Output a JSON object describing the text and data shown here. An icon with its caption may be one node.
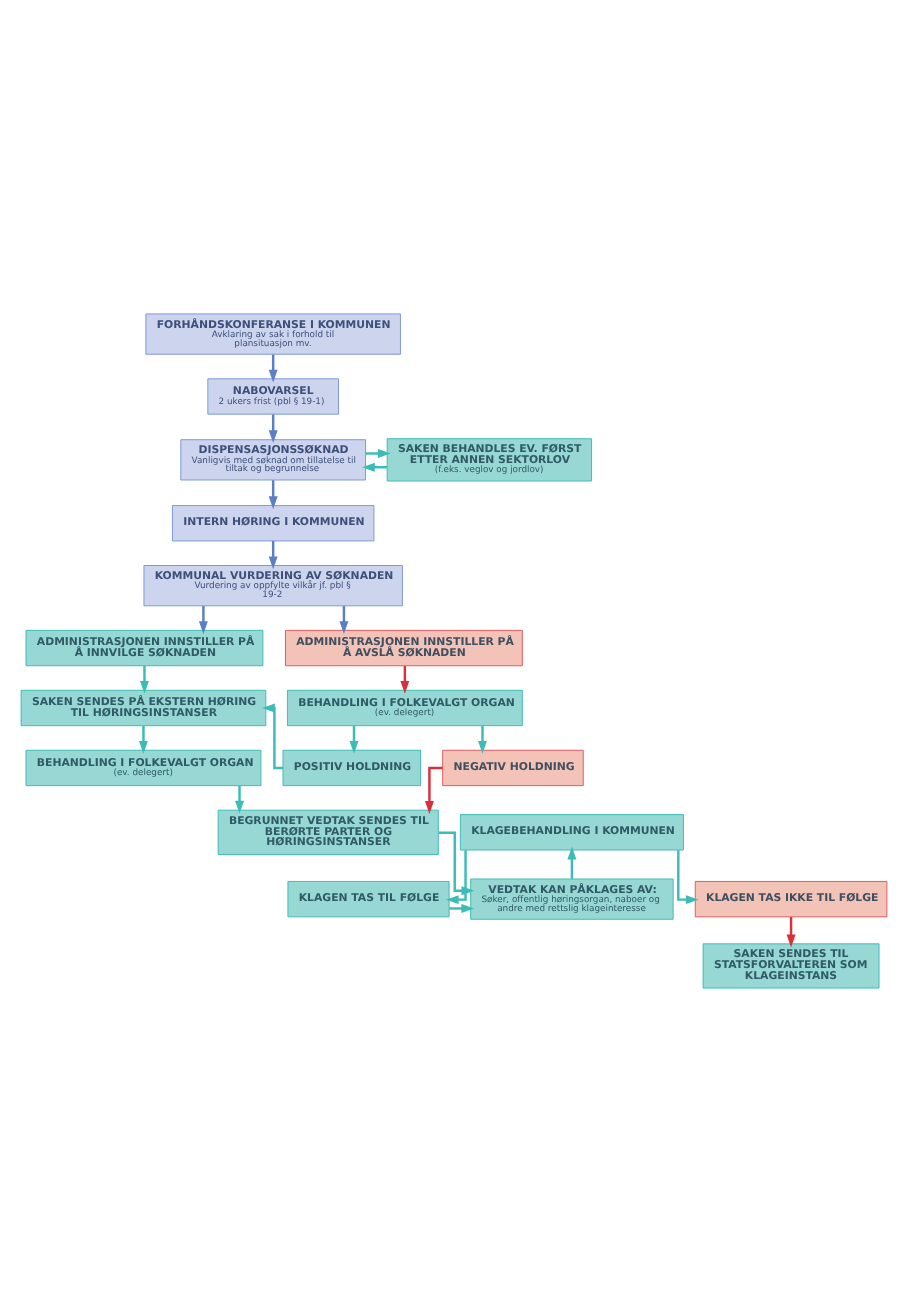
{
  "diagram": {
    "nodes": [
      {
        "text": [
          "FORHÅNDSKONFERANSE I KOMMUNEN",
          "Avklaring av sak i forhold til plansituasjon mv."
        ]
      },
      {
        "text": [
          "NABOVARSEL",
          "2 ukers frist (pbl § 19-1)"
        ]
      },
      {
        "text": [
          "DISPENSASJONSSØKNAD",
          "Vanligvis med søknad om tillatelse til tiltak og begrunnelse"
        ]
      },
      {
        "text": [
          "SAKEN BEHANDLES EV. FØRST ETTER ANNEN SEKTORLOV",
          "(f.eks. veglov og jordlov)"
        ]
      },
      {
        "text": [
          "INTERN HØRING I KOMMUNEN"
        ]
      },
      {
        "text": [
          "KOMMUNAL VURDERING AV SØKNADEN",
          "Vurdering av oppfylte vilkår jf. pbl § 19-2"
        ]
      },
      {
        "text": [
          "ADMINISTRASJONEN INNSTILLER PÅ Å INNVILGE SØKNADEN"
        ]
      },
      {
        "text": [
          "ADMINISTRASJONEN INNSTILLER PÅ Å AVSLÅ SØKNADEN"
        ]
      },
      {
        "text": [
          "SAKEN SENDES PÅ EKSTERN HØRING TIL HØRINGSINSTANSER"
        ]
      },
      {
        "text": [
          "BEHANDLING I FOLKEVALGT ORGAN",
          "(ev. delegert)"
        ]
      },
      {
        "text": [
          "BEHANDLING I FOLKEVALGT ORGAN",
          "(ev. delegert)"
        ]
      },
      {
        "text": [
          "POSITIV HOLDNING"
        ]
      },
      {
        "text": [
          "NEGATIV HOLDNING"
        ]
      },
      {
        "text": [
          "BEGRUNNET VEDTAK SENDES TIL BERØRTE PARTER OG HØRINGSINSTANSER"
        ]
      },
      {
        "text": [
          "KLAGEBEHANDLING I KOMMUNEN"
        ]
      },
      {
        "text": [
          "VEDTAK KAN PÅKLAGES AV:",
          "Søker, offentlig høringsorgan, naboer og andre med rettslig klageinteresse"
        ]
      },
      {
        "text": [
          "KLAGEN TAS TIL FØLGE"
        ]
      },
      {
        "text": [
          "KLAGEN TAS IKKE TIL FØLGE"
        ]
      },
      {
        "text": [
          "SAKEN SENDES TIL STATSFORVALTEREN SOM KLAGEINSTANS"
        ]
      }
    ],
    "edges": [
      {
        "from": 0,
        "to": 1,
        "arrow": "to",
        "color": "#5b7fc7"
      },
      {
        "from": 1,
        "to": 2,
        "arrow": "to",
        "color": "#5b7fc7"
      },
      {
        "from": 2,
        "to": 3,
        "arrow": "to"
      },
      {
        "from": 3,
        "to": 2,
        "arrow": "to"
      },
      {
        "from": 2,
        "to": 4,
        "arrow": "to",
        "color": "#5b7fc7"
      },
      {
        "from": 4,
        "to": 5,
        "arrow": "to",
        "color": "#5b7fc7"
      },
      {
        "from": 5,
        "to": 6,
        "arrow": "to",
        "color": "#5b7fc7"
      },
      {
        "from": 5,
        "to": 7,
        "arrow": "to",
        "color": "#5b7fc7"
      },
      {
        "from": 6,
        "to": 8,
        "arrow": "to"
      },
      {
        "from": 7,
        "to": 9,
        "arrow": "to",
        "color": "#d9303c"
      },
      {
        "from": 8,
        "to": 10,
        "arrow": "to"
      },
      {
        "from": 9,
        "to": 11,
        "arrow": "to"
      },
      {
        "from": 9,
        "to": 12,
        "arrow": "to"
      },
      {
        "from": 11,
        "to": 8,
        "arrow": "to"
      },
      {
        "from": 10,
        "to": 13,
        "arrow": "to"
      },
      {
        "from": 12,
        "to": 13,
        "arrow": "to",
        "color": "#d9303c"
      },
      {
        "from": 13,
        "to": 15,
        "arrow": "to"
      },
      {
        "from": 15,
        "to": 14,
        "arrow": "to"
      },
      {
        "from": 14,
        "to": 16,
        "arrow": "to"
      },
      {
        "from": 14,
        "to": 17,
        "arrow": "to"
      },
      {
        "from": 16,
        "to": 15,
        "arrow": "to"
      },
      {
        "from": 17,
        "to": 18,
        "arrow": "to",
        "color": "#d9303c"
      }
    ]
  }
}
